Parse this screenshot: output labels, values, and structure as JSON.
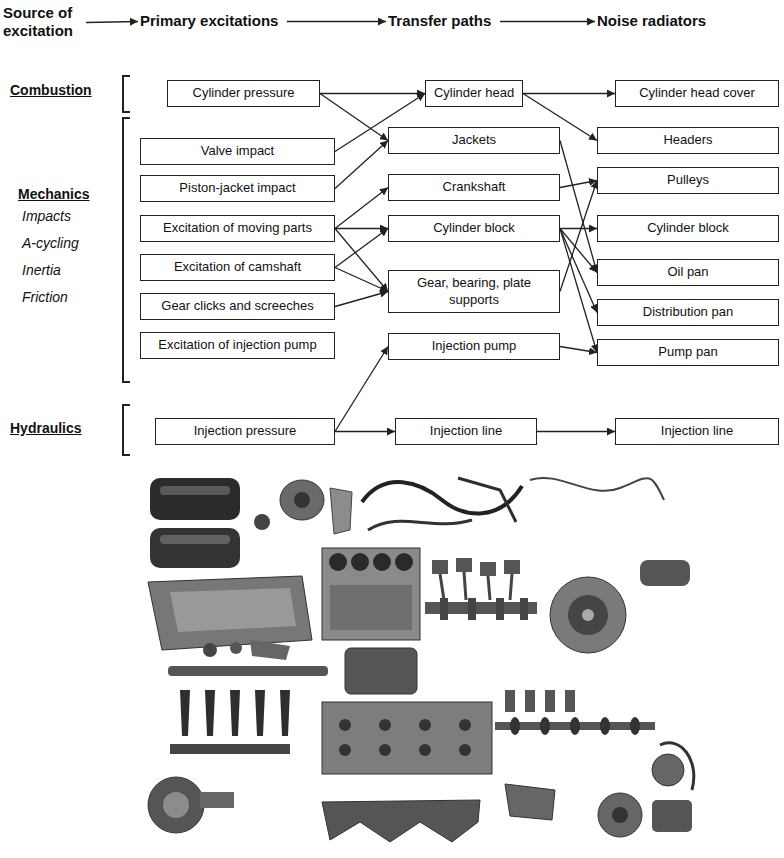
{
  "diagram": {
    "nodes": [
      {
        "text": [
          "Source of excitation"
        ]
      },
      {
        "text": [
          "Primary excitations"
        ]
      },
      {
        "text": [
          "Transfer paths"
        ]
      },
      {
        "text": [
          "Noise radiators"
        ]
      },
      {
        "text": [
          "Cylinder pressure"
        ]
      },
      {
        "text": [
          "Valve impact"
        ]
      },
      {
        "text": [
          "Piston-jacket impact"
        ]
      },
      {
        "text": [
          "Excitation of moving parts"
        ]
      },
      {
        "text": [
          "Excitation of camshaft"
        ]
      },
      {
        "text": [
          "Gear clicks and screeches"
        ]
      },
      {
        "text": [
          "Excitation of injection pump"
        ]
      },
      {
        "text": [
          "Injection pressure"
        ]
      },
      {
        "text": [
          "Cylinder head"
        ]
      },
      {
        "text": [
          "Jackets"
        ]
      },
      {
        "text": [
          "Crankshaft"
        ]
      },
      {
        "text": [
          "Cylinder block"
        ]
      },
      {
        "text": [
          "Gear, bearing, plate supports"
        ]
      },
      {
        "text": [
          "Injection pump"
        ]
      },
      {
        "text": [
          "Injection line"
        ]
      },
      {
        "text": [
          "Cylinder head cover"
        ]
      },
      {
        "text": [
          "Headers"
        ]
      },
      {
        "text": [
          "Pulleys"
        ]
      },
      {
        "text": [
          "Cylinder block"
        ]
      },
      {
        "text": [
          "Oil pan"
        ]
      },
      {
        "text": [
          "Distribution pan"
        ]
      },
      {
        "text": [
          "Pump pan"
        ]
      },
      {
        "text": [
          "Injection line"
        ]
      }
    ],
    "edges": [
      {
        "from": 0,
        "to": 1,
        "arrow": "to"
      },
      {
        "from": 1,
        "to": 2,
        "arrow": "to"
      },
      {
        "from": 2,
        "to": 3,
        "arrow": "to"
      },
      {
        "from": 4,
        "to": 12,
        "arrow": "to"
      },
      {
        "from": 4,
        "to": 13,
        "arrow": "to"
      },
      {
        "from": 5,
        "to": 12,
        "arrow": "to"
      },
      {
        "from": 6,
        "to": 13,
        "arrow": "to"
      },
      {
        "from": 7,
        "to": 14,
        "arrow": "to"
      },
      {
        "from": 7,
        "to": 15,
        "arrow": "to"
      },
      {
        "from": 7,
        "to": 16,
        "arrow": "to"
      },
      {
        "from": 8,
        "to": 15,
        "arrow": "to"
      },
      {
        "from": 8,
        "to": 16,
        "arrow": "to"
      },
      {
        "from": 9,
        "to": 16,
        "arrow": "to"
      },
      {
        "from": 11,
        "to": 17,
        "arrow": "to"
      },
      {
        "from": 11,
        "to": 18,
        "arrow": "to"
      },
      {
        "from": 12,
        "to": 19,
        "arrow": "to"
      },
      {
        "from": 12,
        "to": 20,
        "arrow": "to"
      },
      {
        "from": 13,
        "to": 23,
        "arrow": "to"
      },
      {
        "from": 14,
        "to": 21,
        "arrow": "to"
      },
      {
        "from": 15,
        "to": 22,
        "arrow": "to"
      },
      {
        "from": 15,
        "to": 23,
        "arrow": "to"
      },
      {
        "from": 15,
        "to": 24,
        "arrow": "to"
      },
      {
        "from": 15,
        "to": 25,
        "arrow": "to"
      },
      {
        "from": 16,
        "to": 21,
        "arrow": "to"
      },
      {
        "from": 17,
        "to": 25,
        "arrow": "to"
      },
      {
        "from": 18,
        "to": 26,
        "arrow": "to"
      }
    ],
    "labels": [
      "Combustion",
      "Mechanics",
      "Impacts",
      "A-cycling",
      "Inertia",
      "Friction",
      "Hydraulics"
    ]
  }
}
